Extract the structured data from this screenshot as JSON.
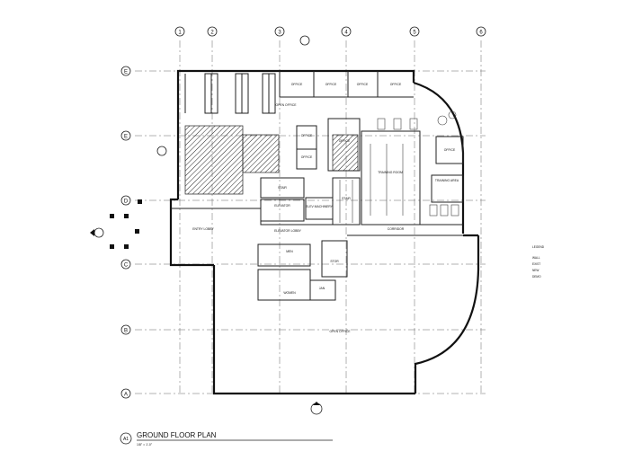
{
  "grid": {
    "columns": [
      "1",
      "2",
      "3",
      "4",
      "5",
      "6"
    ],
    "rows": [
      "E",
      "D",
      "C",
      "B",
      "A"
    ]
  },
  "rooms": {
    "office_1": "OFFICE",
    "office_2": "OFFICE",
    "office_3": "OFFICE",
    "office_4": "OFFICE",
    "open_office": "OPEN OFFICE",
    "office_5": "OFFICE",
    "office_6": "OFFICE",
    "office_7": "OFFICE",
    "training_room": "TRAINING ROOM",
    "office_8": "OFFICE",
    "training_area": "TRAINING AREA",
    "stair_1": "STAIR",
    "stair_2": "STAIR",
    "elevator": "ELEVATOR",
    "mech": "ELEV MACHINERY",
    "entry_lobby": "ENTRY LOBBY",
    "elevator_lobby": "ELEVATOR LOBBY",
    "corridor": "CORRIDOR",
    "men": "MEN",
    "women": "WOMEN",
    "janitor": "JAN",
    "storage": "STOR",
    "open_office_south": "OPEN OFFICE"
  },
  "title_block": {
    "tag": "A1",
    "title": "GROUND FLOOR PLAN",
    "scale": "1/8\" = 1'-0\""
  },
  "legend": [
    "LEGEND",
    "WALL",
    "EXIST",
    "NEW",
    "DEMO"
  ]
}
